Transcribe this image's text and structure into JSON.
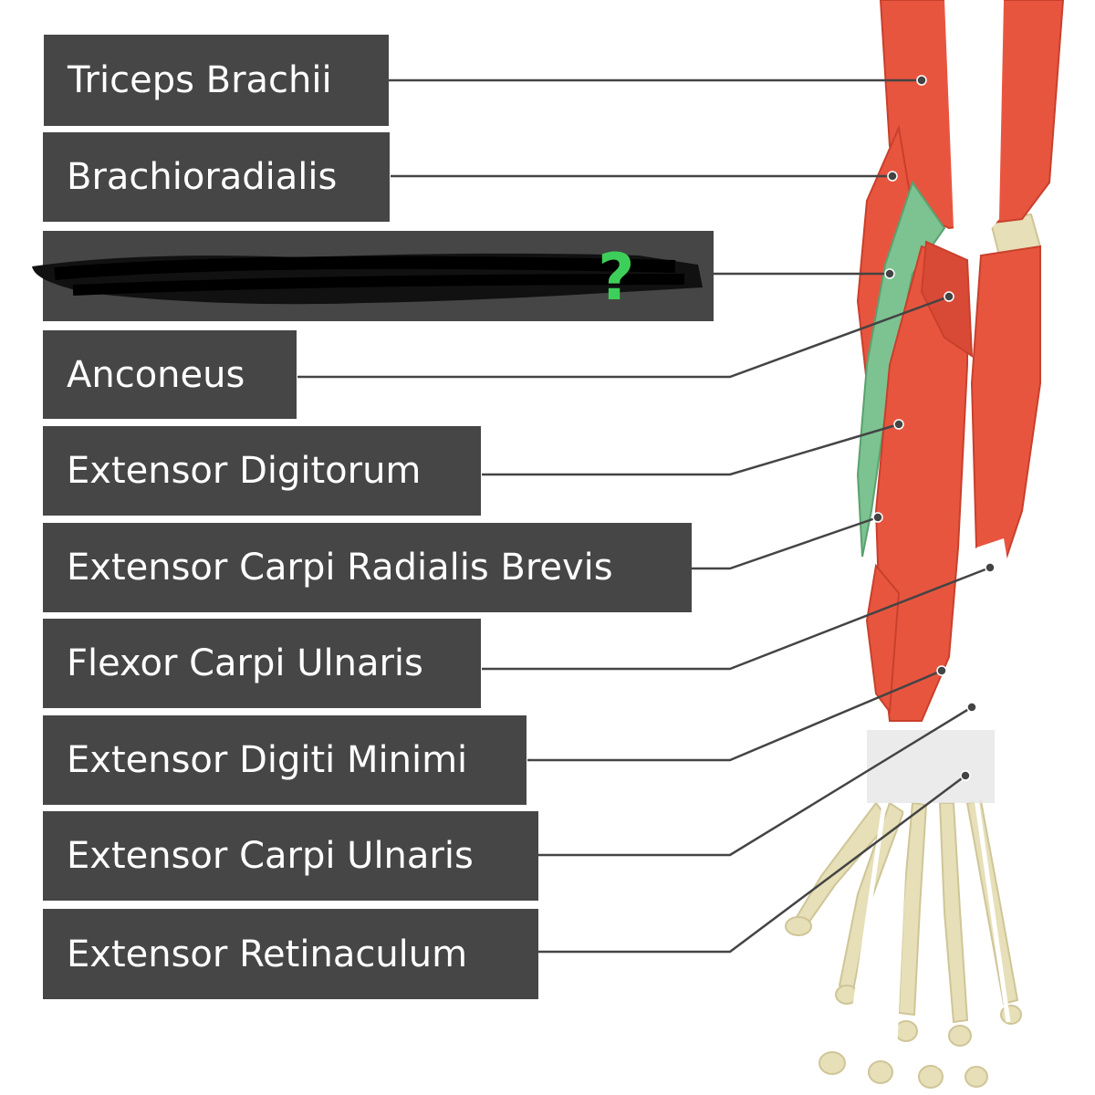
{
  "labels": [
    {
      "id": "triceps-brachii",
      "text": "Triceps Brachii"
    },
    {
      "id": "brachioradialis",
      "text": "Brachioradialis"
    },
    {
      "id": "hidden",
      "text": "",
      "annotation": "?"
    },
    {
      "id": "anconeus",
      "text": "Anconeus"
    },
    {
      "id": "extensor-digitorum",
      "text": "Extensor Digitorum"
    },
    {
      "id": "extensor-carpi-radialis-brevis",
      "text": "Extensor Carpi Radialis Brevis"
    },
    {
      "id": "flexor-carpi-ulnaris",
      "text": "Flexor Carpi Ulnaris"
    },
    {
      "id": "extensor-digiti-minimi",
      "text": "Extensor Digiti Minimi"
    },
    {
      "id": "extensor-carpi-ulnaris",
      "text": "Extensor Carpi Ulnaris"
    },
    {
      "id": "extensor-retinaculum",
      "text": "Extensor Retinaculum"
    }
  ],
  "colors": {
    "label_bg": "#464646",
    "label_text": "#ffffff",
    "muscle": "#e8553f",
    "muscle_dark": "#c8402c",
    "highlight_muscle": "#7dc391",
    "bone": "#e6dfb8",
    "tendon": "#f4f4f4",
    "leader": "#444444",
    "annotation": "#3ecf5a",
    "scribble": "#111111"
  }
}
